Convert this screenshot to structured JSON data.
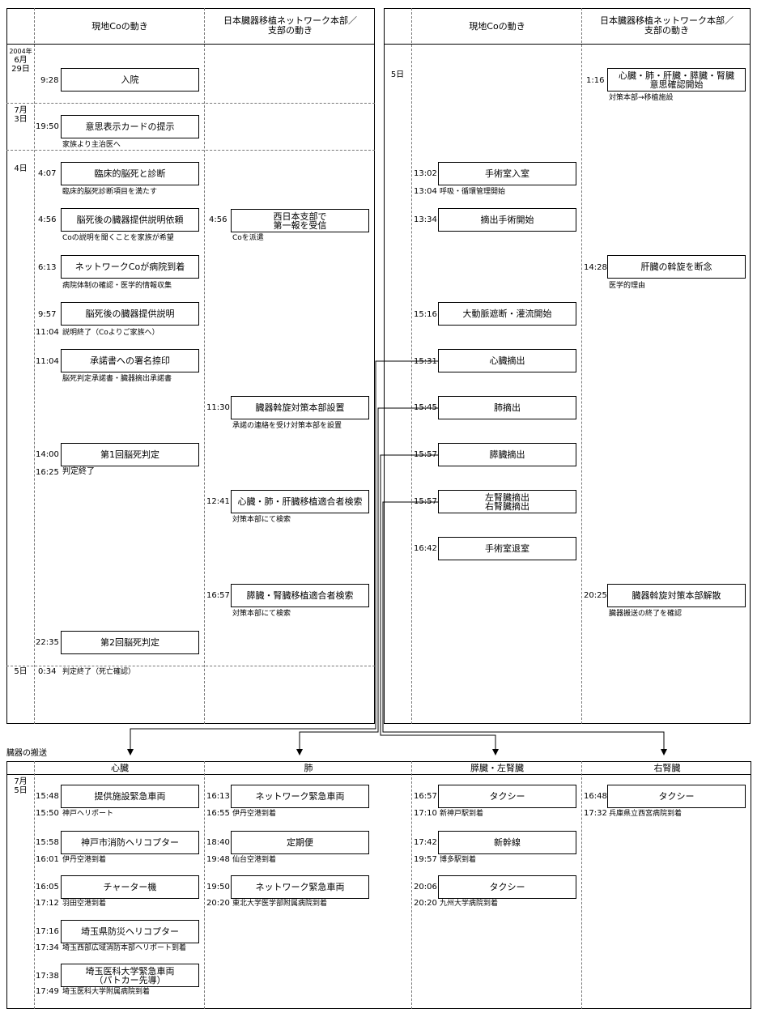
{
  "left_panel": {
    "col_co": "現地Coの動き",
    "col_net": "日本臓器移植ネットワーク本部／\n支部の動き",
    "dates": {
      "jun29_year": "2004年",
      "jun29_month": "6月",
      "jun29_day": "29日",
      "jul3_month": "7月",
      "jul3_day": "3日",
      "d4": "4日",
      "d5": "5日"
    },
    "events": [
      {
        "time": "9:28",
        "label": "入院",
        "note": ""
      },
      {
        "time": "19:50",
        "label": "意思表示カードの提示",
        "note": "家族より主治医へ"
      },
      {
        "time": "4:07",
        "label": "臨床的脳死と診断",
        "note": "臨床的脳死診断項目を満たす"
      },
      {
        "time": "4:56",
        "label": "脳死後の臓器提供説明依頼",
        "note": "Coの説明を聞くことを家族が希望"
      },
      {
        "time": "6:13",
        "label": "ネットワークCoが病院到着",
        "note": "病院体制の確認・医学的情報収集"
      },
      {
        "time": "9:57",
        "label": "脳死後の臓器提供説明",
        "note": "説明終了（Coよりご家族へ）",
        "time2": "11:04"
      },
      {
        "time": "11:04",
        "label": "承諾書への署名捺印",
        "note": "脳死判定承諾書・臓器摘出承諾書"
      },
      {
        "time": "14:00",
        "label": "第1回脳死判定",
        "note": "判定終了",
        "time2": "16:25"
      },
      {
        "time": "22:35",
        "label": "第2回脳死判定",
        "note": ""
      }
    ],
    "final": {
      "time": "0:34",
      "note": "判定終了（死亡確認）"
    },
    "net_events": [
      {
        "time": "4:56",
        "label": "西日本支部で\n第一報を受信",
        "note": "Coを派遣"
      },
      {
        "time": "11:30",
        "label": "臓器斡旋対策本部設置",
        "note": "承諾の連絡を受け対策本部を設置"
      },
      {
        "time": "12:41",
        "label": "心臓・肺・肝臓移植適合者検索",
        "note": "対策本部にて検索"
      },
      {
        "time": "16:57",
        "label": "膵臓・腎臓移植適合者検索",
        "note": "対策本部にて検索"
      }
    ]
  },
  "right_panel": {
    "col_co": "現地Coの動き",
    "col_net": "日本臓器移植ネットワーク本部／\n支部の動き",
    "date": "5日",
    "co_events": [
      {
        "time": "13:02",
        "label": "手術室入室",
        "note": "呼吸・循環管理開始",
        "time2": "13:04"
      },
      {
        "time": "13:34",
        "label": "摘出手術開始",
        "note": ""
      },
      {
        "time": "15:16",
        "label": "大動脈遮断・灌流開始",
        "note": ""
      },
      {
        "time": "15:31",
        "label": "心臓摘出",
        "note": ""
      },
      {
        "time": "15:45",
        "label": "肺摘出",
        "note": ""
      },
      {
        "time": "15:57",
        "label": "膵臓摘出",
        "note": ""
      },
      {
        "time": "15:57",
        "label": "左腎臓摘出\n右腎臓摘出",
        "note": ""
      },
      {
        "time": "16:42",
        "label": "手術室退室",
        "note": ""
      }
    ],
    "net_events": [
      {
        "time": "1:16",
        "label": "心臓・肺・肝臓・膵臓・腎臓\n意思確認開始",
        "note": "対策本部→移植施設"
      },
      {
        "time": "14:28",
        "label": "肝臓の斡旋を断念",
        "note": "医学的理由"
      },
      {
        "time": "20:25",
        "label": "臓器斡旋対策本部解散",
        "note": "臓器搬送の終了を確認"
      }
    ]
  },
  "transport": {
    "title": "臓器の搬送",
    "date_month": "7月",
    "date_day": "5日",
    "columns": [
      "心臓",
      "肺",
      "膵臓・左腎臓",
      "右腎臓"
    ],
    "heart": [
      {
        "time": "15:48",
        "label": "提供施設緊急車両",
        "note_time": "15:50",
        "note": "神戸ヘリポート"
      },
      {
        "time": "15:58",
        "label": "神戸市消防ヘリコプター",
        "note_time": "16:01",
        "note": "伊丹空港到着"
      },
      {
        "time": "16:05",
        "label": "チャーター機",
        "note_time": "17:12",
        "note": "羽田空港到着"
      },
      {
        "time": "17:16",
        "label": "埼玉県防災ヘリコプター",
        "note_time": "17:34",
        "note": "埼玉西部広域消防本部ヘリポート到着"
      },
      {
        "time": "17:38",
        "label": "埼玉医科大学緊急車両\n（パトカー先導）",
        "note_time": "17:49",
        "note": "埼玉医科大学附属病院到着"
      }
    ],
    "lung": [
      {
        "time": "16:13",
        "label": "ネットワーク緊急車両",
        "note_time": "16:55",
        "note": "伊丹空港到着"
      },
      {
        "time": "18:40",
        "label": "定期便",
        "note_time": "19:48",
        "note": "仙台空港到着"
      },
      {
        "time": "19:50",
        "label": "ネットワーク緊急車両",
        "note_time": "20:20",
        "note": "東北大学医学部附属病院到着"
      }
    ],
    "pancreas": [
      {
        "time": "16:57",
        "label": "タクシー",
        "note_time": "17:10",
        "note": "新神戸駅到着"
      },
      {
        "time": "17:42",
        "label": "新幹線",
        "note_time": "19:57",
        "note": "博多駅到着"
      },
      {
        "time": "20:06",
        "label": "タクシー",
        "note_time": "20:20",
        "note": "九州大学病院到着"
      }
    ],
    "kidney": [
      {
        "time": "16:48",
        "label": "タクシー",
        "note_time": "17:32",
        "note": "兵庫県立西宮病院到着"
      }
    ]
  }
}
